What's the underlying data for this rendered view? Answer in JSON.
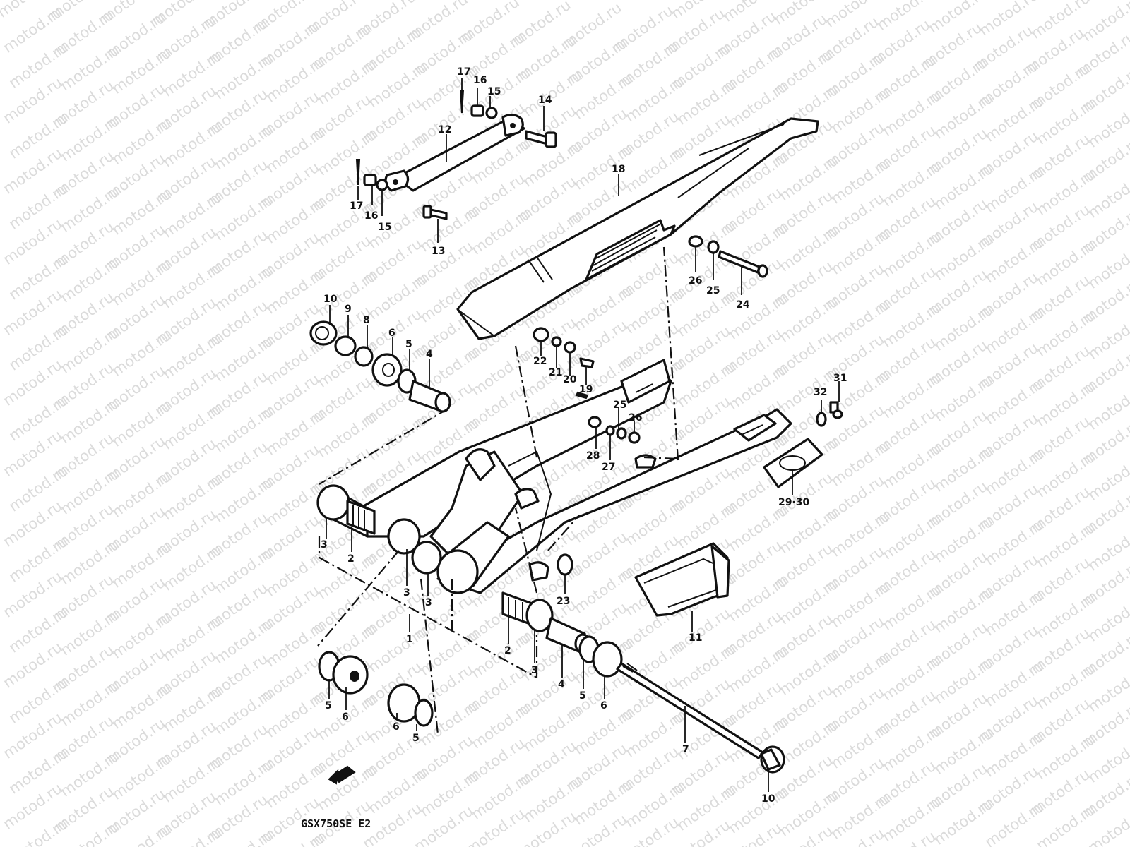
{
  "diagram": {
    "model_label": "GSX750SE E2",
    "watermark_text": "motod.ru",
    "callouts": [
      "17",
      "16",
      "15",
      "14",
      "12",
      "18",
      "17",
      "16",
      "15",
      "13",
      "26",
      "25",
      "24",
      "10",
      "9",
      "8",
      "6",
      "5",
      "4",
      "22",
      "21",
      "20",
      "19",
      "31",
      "32",
      "25",
      "26",
      "28",
      "27",
      "29·30",
      "3",
      "2",
      "3",
      "3",
      "23",
      "11",
      "1",
      "2",
      "3",
      "4",
      "5",
      "6",
      "7",
      "5",
      "6",
      "6",
      "5",
      "10"
    ],
    "colors": {
      "ink": "#111111",
      "paper": "#ffffff",
      "watermark": "#cfcfcf"
    },
    "icons": [
      "front-arrow-icon"
    ]
  }
}
